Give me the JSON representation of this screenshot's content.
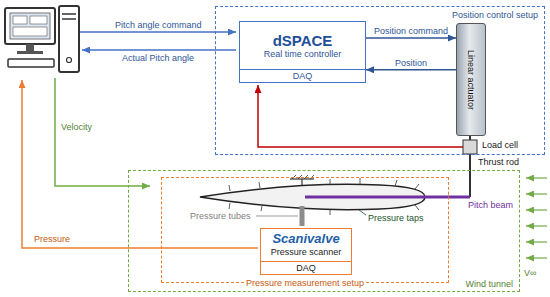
{
  "diagram": {
    "nodes": [
      {
        "text": [
          "Position control setup"
        ]
      },
      {
        "text": [
          "dSPACE",
          "Real time controller",
          "DAQ"
        ],
        "in": 0
      },
      {
        "text": [
          "Linear actuator"
        ],
        "in": 0
      },
      {
        "text": [
          "Wind tunnel"
        ]
      },
      {
        "text": [
          "Pressure measurement setup"
        ],
        "in": 3
      },
      {
        "text": [
          "Scanivalve",
          "Pressure scanner",
          "DAQ"
        ],
        "in": 4
      }
    ],
    "edges": [
      {
        "from": 1,
        "to": 2,
        "label": "Position command",
        "arrow": "to"
      },
      {
        "from": 2,
        "to": 1,
        "label": "Position",
        "arrow": "to"
      }
    ],
    "labels": [
      "Pitch angle command",
      "Actual Pitch angle",
      "Load cell",
      "Thrust rod",
      "Velocity",
      "Pressure",
      "Pressure tubes",
      "Pressure taps",
      "Pitch beam",
      "V∞"
    ]
  }
}
